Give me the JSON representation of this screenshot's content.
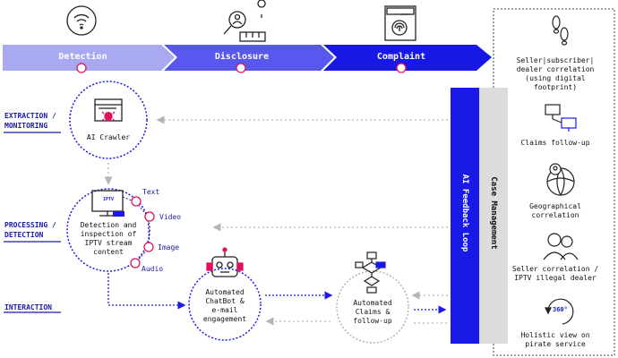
{
  "stages": [
    {
      "label": "Detection",
      "icon": "wifi-icon"
    },
    {
      "label": "Disclosure",
      "icon": "magnifier-user-icon"
    },
    {
      "label": "Complaint",
      "icon": "fingerprint-document-icon"
    }
  ],
  "sections": {
    "extraction": [
      "EXTRACTION /",
      "MONITORING"
    ],
    "processing": [
      "PROCESSING /",
      "DETECTION"
    ],
    "interaction": "INTERACTION"
  },
  "nodes": {
    "crawler": "AI Crawler",
    "iptv_screen": "IPTV",
    "inspection": [
      "Detection and",
      "inspection of",
      "IPTV stream",
      "content"
    ],
    "chatbot": [
      "Automated",
      "ChatBot &",
      "e-mail",
      "engagement"
    ],
    "claims": [
      "Automated",
      "Claims &",
      "follow-up"
    ]
  },
  "media": [
    "Text",
    "Video",
    "Image",
    "Audio"
  ],
  "vertical": {
    "feedback": "AI Feedback Loop",
    "case": "Case Management"
  },
  "right_panel": [
    {
      "icon": "footprints-icon",
      "lines": [
        "Seller|subscriber|",
        "dealer correlation",
        "(using digital",
        "footprint)"
      ]
    },
    {
      "icon": "computer-network-icon",
      "lines": [
        "Claims follow-up"
      ]
    },
    {
      "icon": "globe-pin-icon",
      "lines": [
        "Geographical",
        "correlation"
      ]
    },
    {
      "icon": "people-icon",
      "lines": [
        "Seller correlation /",
        "IPTV illegal dealer"
      ]
    },
    {
      "icon": "view-360-icon",
      "badge": "360°",
      "lines": [
        "Holistic view on",
        "pirate service"
      ]
    }
  ],
  "colors": {
    "accent": "#1a1ae8",
    "stage1": "#a9a9f2",
    "stage2": "#5858ee",
    "stage3": "#1717e6",
    "dot": "#e0115f",
    "case_bg": "#dcdcdc"
  }
}
